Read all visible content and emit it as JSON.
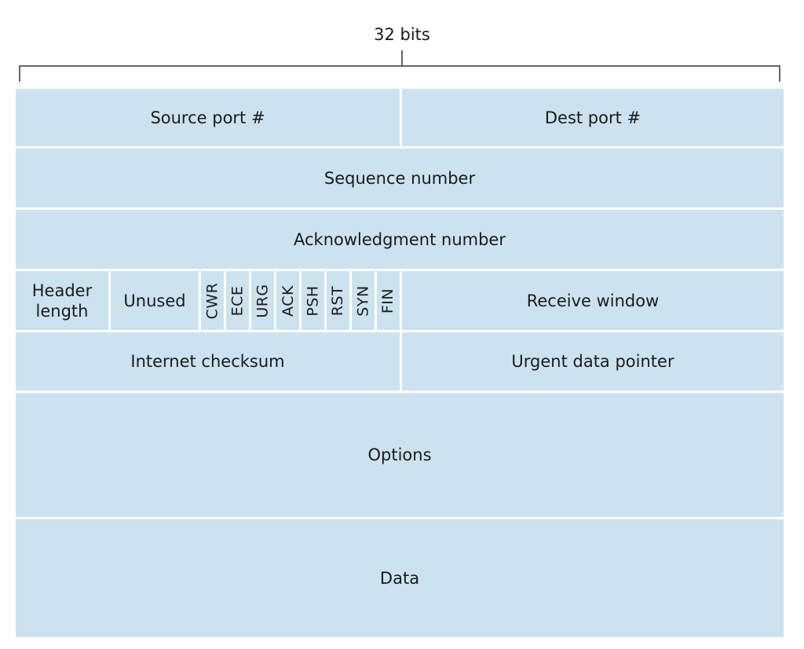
{
  "header": {
    "width_label": "32 bits"
  },
  "fields": {
    "source_port": "Source port #",
    "dest_port": "Dest port #",
    "sequence_number": "Sequence number",
    "ack_number": "Acknowledgment number",
    "header_length_line1": "Header",
    "header_length_line2": "length",
    "unused": "Unused",
    "flags": [
      "CWR",
      "ECE",
      "URG",
      "ACK",
      "PSH",
      "RST",
      "SYN",
      "FIN"
    ],
    "receive_window": "Receive window",
    "internet_checksum": "Internet checksum",
    "urgent_pointer": "Urgent data pointer",
    "options": "Options",
    "data": "Data"
  },
  "colors": {
    "field_fill": "#cce3ef",
    "separator": "#ffffff",
    "brace": "#333333"
  }
}
